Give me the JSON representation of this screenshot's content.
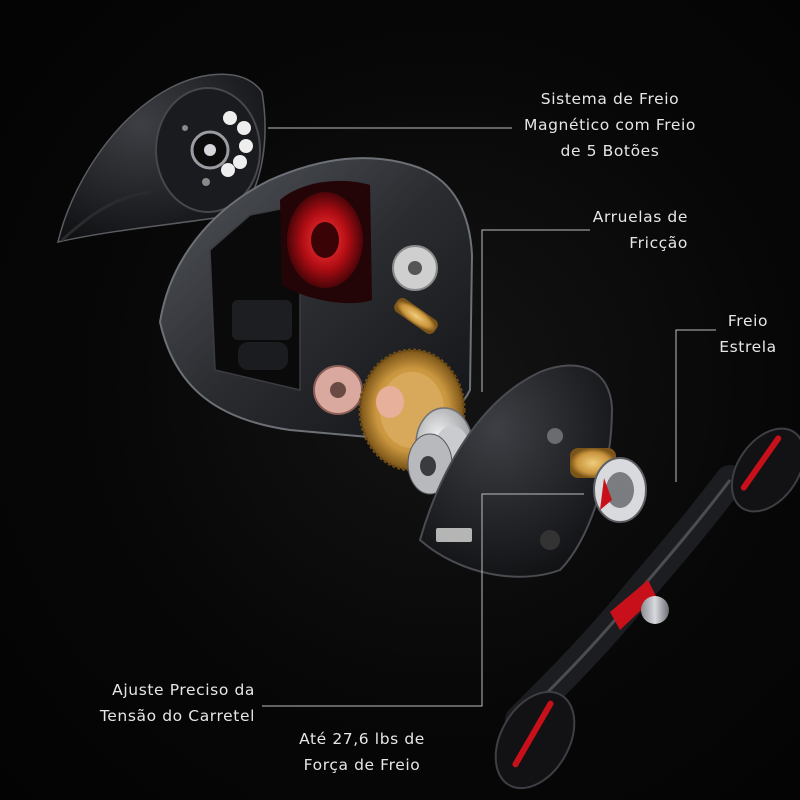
{
  "callouts": {
    "magnetic_brake": {
      "lines": [
        "Sistema de Freio",
        "Magnético com Freio",
        "de 5 Botões"
      ]
    },
    "friction_washers": {
      "lines": [
        "Arruelas de",
        "Fricção"
      ]
    },
    "star_drag": {
      "lines": [
        "Freio",
        "Estrela"
      ]
    },
    "spool_tension": {
      "lines": [
        "Ajuste Preciso da",
        "Tensão do Carretel"
      ]
    },
    "max_drag": {
      "lines": [
        "Até 27,6 lbs de",
        "Força de Freio"
      ]
    }
  },
  "colors": {
    "background": "#050505",
    "label_text": "#e6e6e6",
    "leader_line": "#bdbdbd",
    "accent_red": "#c8101a",
    "metal_dark": "#2a2c30",
    "gold_gear": "#c9953e"
  },
  "icons": {
    "product": "exploded-baitcasting-reel"
  }
}
